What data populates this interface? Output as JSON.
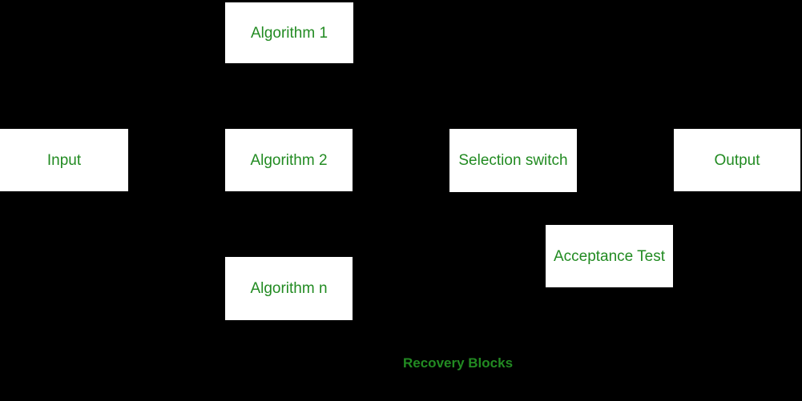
{
  "diagram": {
    "type": "block-diagram",
    "caption": "Recovery Blocks",
    "colors": {
      "background": "#000000",
      "node_fill": "#ffffff",
      "text_green": "#228B22"
    },
    "nodes": [
      {
        "id": "algorithm-1",
        "label": "Algorithm 1"
      },
      {
        "id": "input",
        "label": "Input"
      },
      {
        "id": "algorithm-2",
        "label": "Algorithm 2"
      },
      {
        "id": "selection-switch",
        "label": "Selection switch"
      },
      {
        "id": "output",
        "label": "Output"
      },
      {
        "id": "acceptance-test",
        "label": "Acceptance Test"
      },
      {
        "id": "algorithm-n",
        "label": "Algorithm n"
      }
    ]
  }
}
